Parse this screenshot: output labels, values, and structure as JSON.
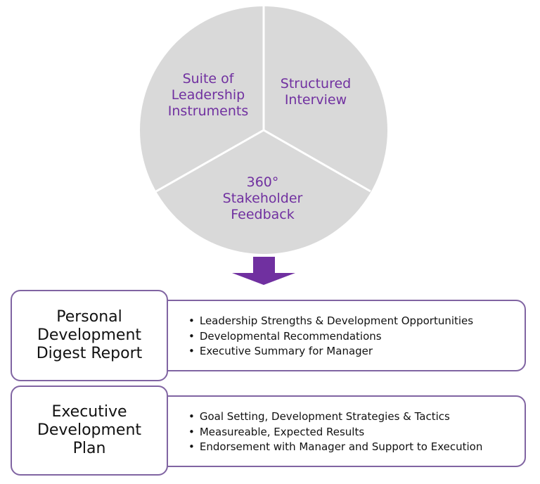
{
  "pie": {
    "colors": {
      "fill": "#d9d9d9",
      "stroke": "#ffffff",
      "text": "#7030a0"
    },
    "segments": [
      {
        "label": "Suite of Leadership Instruments"
      },
      {
        "label": "Structured Interview"
      },
      {
        "label": "360° Stakeholder Feedback"
      }
    ]
  },
  "arrow": {
    "color": "#7030a0"
  },
  "rows": [
    {
      "title": "Personal Development Digest Report",
      "bullets": [
        "Leadership Strengths & Development Opportunities",
        "Developmental Recommendations",
        "Executive Summary for Manager"
      ]
    },
    {
      "title": "Executive Development Plan",
      "bullets": [
        "Goal Setting, Development Strategies & Tactics",
        "Measureable, Expected Results",
        "Endorsement with Manager and Support to Execution"
      ]
    }
  ],
  "border_color": "#8064a2"
}
